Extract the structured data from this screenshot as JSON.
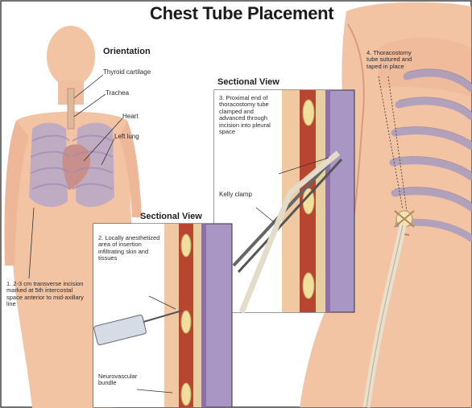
{
  "title": "Chest Tube Placement",
  "orientation": {
    "heading": "Orientation",
    "labels": [
      "Thyroid cartilage",
      "Trachea",
      "Heart",
      "Left lung"
    ]
  },
  "step1": "1. 2-3 cm transverse incision marked at 5th intercostal space anterior to mid-axillary line",
  "sectional_view_1": {
    "heading": "Sectional View",
    "step2": "2. Locally anesthetized area of insertion infiltrating skin and tissues",
    "neurovascular": "Neurovascular bundle"
  },
  "sectional_view_2": {
    "heading": "Sectional View",
    "step3": "3. Proximal end of thoracostomy tube clamped and advanced through incision into pleural space",
    "kelly": "Kelly clamp"
  },
  "step4": "4. Thoracostomy tube sutured and taped in place",
  "colors": {
    "skin": "#f2c4a4",
    "skin_shadow": "#e3a98a",
    "lung": "#a79bc0",
    "pleura": "#8e6fa8",
    "rib": "#e2c79a",
    "muscle": "#b8452f"
  }
}
